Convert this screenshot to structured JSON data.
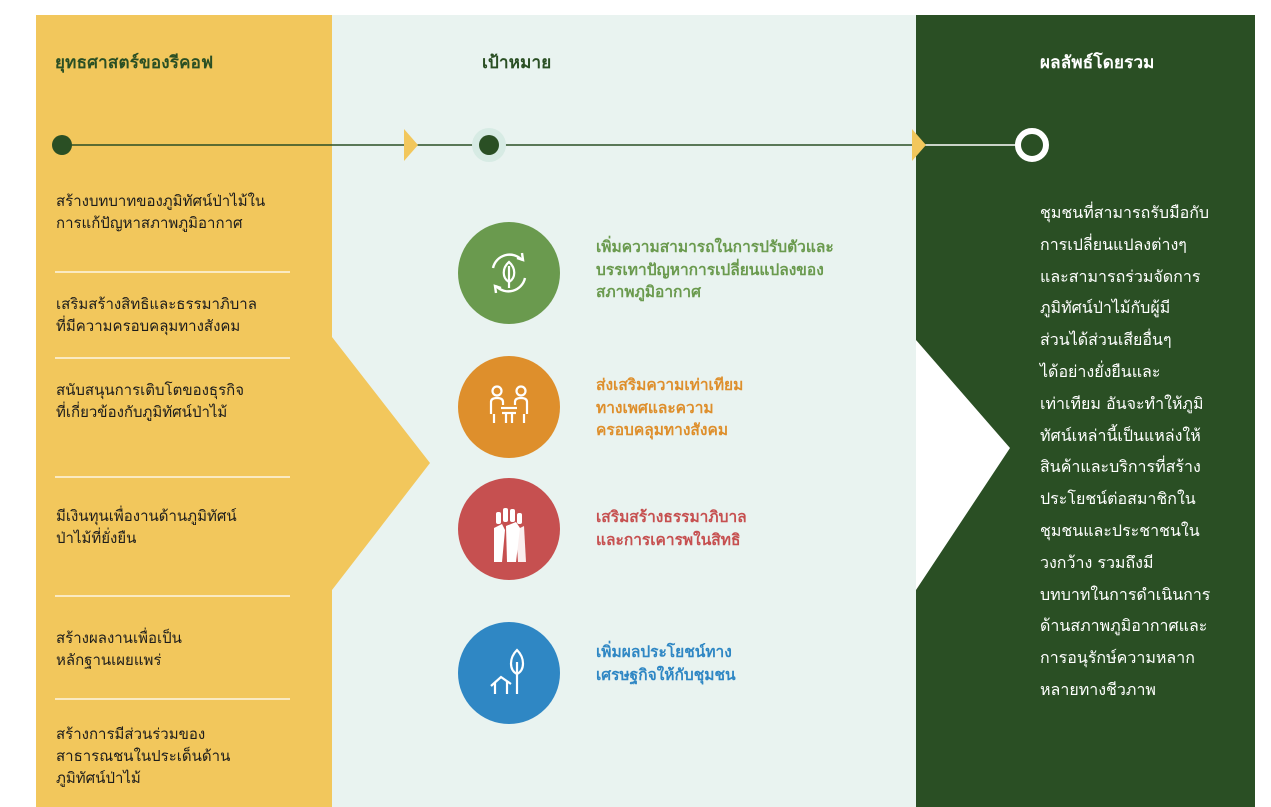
{
  "colors": {
    "strategy_bg": "#f2c75c",
    "goal_bg": "#e9f3f0",
    "outcome_bg": "#2a4f24",
    "timeline_line": "#2a4f24",
    "arrow": "#f2c75c",
    "goal_green": "#6a9a4e",
    "goal_orange": "#de8f2c",
    "goal_red": "#c65050",
    "goal_blue": "#2f87c4"
  },
  "headers": {
    "strategy": "ยุทธศาสตร์ของรีคอฟ",
    "goals": "เป้าหมาย",
    "outcome": "ผลลัพธ์โดยรวม"
  },
  "strategies": [
    {
      "line1": "สร้างบทบาทของภูมิทัศน์ป่าไม้ใน",
      "line2": "การแก้ปัญหาสภาพภูมิอากาศ",
      "line3": ""
    },
    {
      "line1": "เสริมสร้างสิทธิและธรรมาภิบาล",
      "line2": "ที่มีความครอบคลุมทางสังคม",
      "line3": ""
    },
    {
      "line1": "สนับสนุนการเติบโตของธุรกิจ",
      "line2": "ที่เกี่ยวข้องกับภูมิทัศน์ป่าไม้",
      "line3": ""
    },
    {
      "line1": "มีเงินทุนเพื่องานด้านภูมิทัศน์",
      "line2": "ป่าไม้ที่ยั่งยืน",
      "line3": ""
    },
    {
      "line1": "สร้างผลงานเพื่อเป็น",
      "line2": "หลักฐานเผยแพร่",
      "line3": ""
    },
    {
      "line1": "สร้างการมีส่วนร่วมของ",
      "line2": "สาธารณชนในประเด็นด้าน",
      "line3": "ภูมิทัศน์ป่าไม้"
    }
  ],
  "goals": [
    {
      "icon": "recycle-leaf-icon",
      "color": "#6a9a4e",
      "line1": "เพิ่มความสามารถในการปรับตัวและ",
      "line2": "บรรเทาปัญหาการเปลี่ยนแปลงของ",
      "line3": "สภาพภูมิอากาศ"
    },
    {
      "icon": "gender-equality-icon",
      "color": "#de8f2c",
      "line1": "ส่งเสริมความเท่าเทียม",
      "line2": "ทางเพศและความ",
      "line3": "ครอบคลุมทางสังคม"
    },
    {
      "icon": "raised-hands-icon",
      "color": "#c65050",
      "line1": "เสริมสร้างธรรมาภิบาล",
      "line2": "และการเคารพในสิทธิ",
      "line3": ""
    },
    {
      "icon": "house-tree-icon",
      "color": "#2f87c4",
      "line1": "เพิ่มผลประโยชน์ทาง",
      "line2": "เศรษฐกิจให้กับชุมชน",
      "line3": ""
    }
  ],
  "outcome_lines": [
    "ชุมชนที่สามารถรับมือกับ",
    "การเปลี่ยนแปลงต่างๆ",
    "และสามารถร่วมจัดการ",
    "ภูมิทัศน์ป่าไม้กับผู้มี",
    "ส่วนได้ส่วนเสียอื่นๆ",
    "ได้อย่างยั่งยืนและ",
    "เท่าเทียม อันจะทำให้ภูมิ",
    "ทัศน์เหล่านี้เป็นแหล่งให้",
    "สินค้าและบริการที่สร้าง",
    "ประโยชน์ต่อสมาชิกใน",
    "ชุมชนและประชาชนใน",
    "วงกว้าง รวมถึงมี",
    "บทบาทในการดำเนินการ",
    "ด้านสภาพภูมิอากาศและ",
    "การอนุรักษ์ความหลาก",
    "หลายทางชีวภาพ"
  ]
}
